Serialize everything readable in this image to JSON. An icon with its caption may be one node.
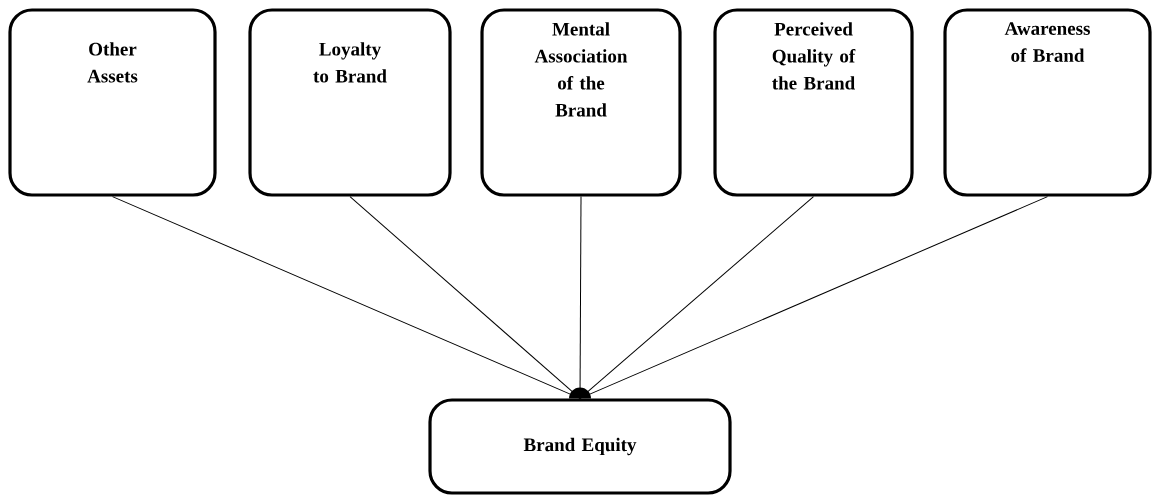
{
  "diagram": {
    "nodes": [
      {
        "text": [
          "Other Assets"
        ]
      },
      {
        "text": [
          "Loyalty to Brand"
        ]
      },
      {
        "text": [
          "Mental Association of the Brand"
        ]
      },
      {
        "text": [
          "Perceived Quality of the Brand"
        ]
      },
      {
        "text": [
          "Awareness of Brand"
        ]
      },
      {
        "text": [
          "Brand Equity"
        ]
      }
    ],
    "edges": [
      {
        "from": 0,
        "to": 5,
        "arrow": "other"
      },
      {
        "from": 1,
        "to": 5,
        "arrow": "other"
      },
      {
        "from": 2,
        "to": 5,
        "arrow": "other"
      },
      {
        "from": 3,
        "to": 5,
        "arrow": "other"
      },
      {
        "from": 4,
        "to": 5,
        "arrow": "other"
      }
    ]
  }
}
